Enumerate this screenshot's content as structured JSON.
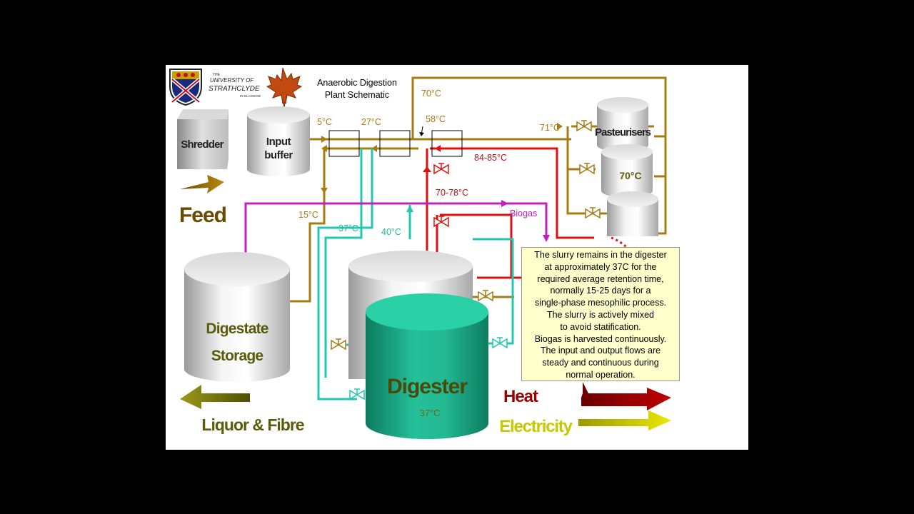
{
  "logo": {
    "line1": "THE",
    "line2": "UNIVERSITY OF",
    "line3": "STRATHCLYDE",
    "line4": "IN GLASGOW"
  },
  "title": {
    "line1": "Anaerobic Digestion",
    "line2": "Plant Schematic"
  },
  "components": {
    "shredder": "Shredder",
    "input_buffer_1": "Input",
    "input_buffer_2": "buffer",
    "pasteurisers": "Pasteurisers",
    "pasteuriser_temp": "70°C",
    "digestate_1": "Digestate",
    "digestate_2": "Storage",
    "digester": "Digester",
    "digester_temp": "37°C"
  },
  "flows": {
    "feed": "Feed",
    "liquor": "Liquor & Fibre",
    "heat": "Heat",
    "electricity": "Electricity",
    "biogas": "Biogas"
  },
  "temps": {
    "t70": "70°C",
    "t5": "5°C",
    "t27": "27°C",
    "t58": "58°C",
    "t71": "71°C",
    "t84": "84-85°C",
    "t70_78": "70-78°C",
    "t15": "15°C",
    "t37": "37°C",
    "t40": "40°C"
  },
  "info": [
    "The slurry remains in the digester",
    "at approximately 37C for the",
    "required average retention time,",
    "normally 15-25 days for a",
    "single-phase mesophilic process.",
    "The slurry is actively mixed",
    "to avoid statification.",
    "Biogas is harvested continuously.",
    "The input and output flows are",
    "steady and continuous during",
    "normal operation."
  ],
  "colors": {
    "feed_pipe": "#a67c10",
    "hot_pipe": "#e01010",
    "warm_pipe": "#20c8b0",
    "biogas_pipe": "#c020c0",
    "digester": "#1aa680",
    "label_text": "#5a5a0a",
    "heat_arrow": "#9a0000",
    "electricity_arrow": "#c8c800"
  }
}
